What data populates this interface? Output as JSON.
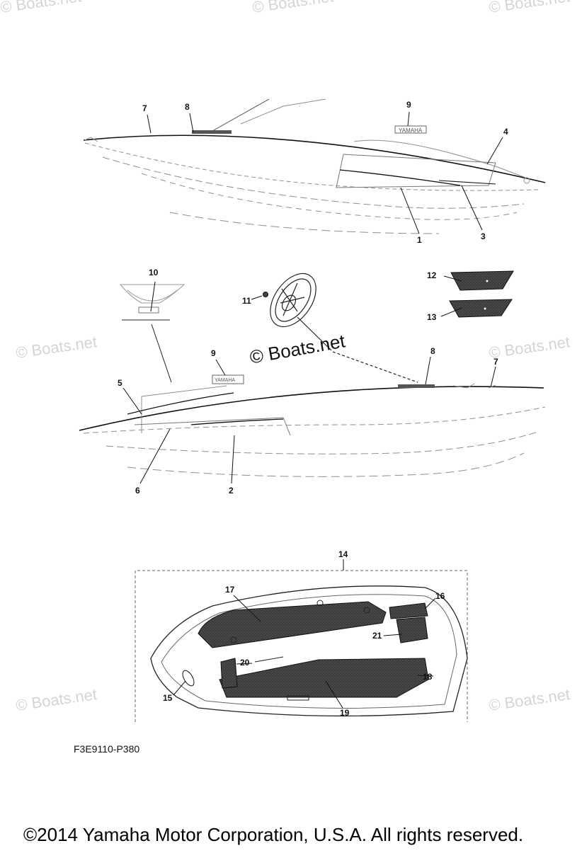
{
  "watermark": "© Boats.net",
  "diagram_code": "F3E9110-P380",
  "copyright": "©2014 Yamaha Motor Corporation, U.S.A. All rights reserved.",
  "callouts": [
    "1",
    "2",
    "3",
    "4",
    "5",
    "6",
    "7",
    "8",
    "9",
    "10",
    "11",
    "12",
    "13",
    "14",
    "15",
    "16",
    "17",
    "18",
    "19",
    "20",
    "21"
  ],
  "colors": {
    "line": "#111111",
    "ghost": "#9a9a9a",
    "mat": "#3a3a3a",
    "watermark": "#d4d4d4"
  }
}
